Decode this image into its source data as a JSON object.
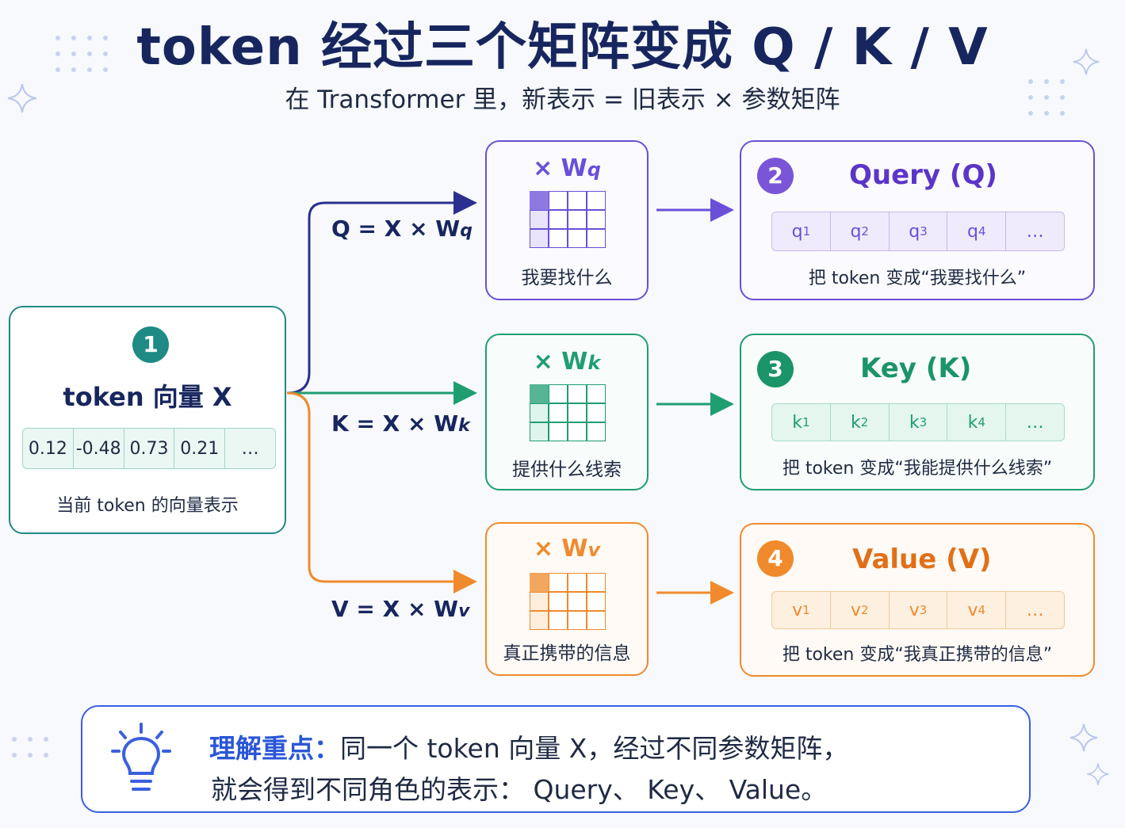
{
  "title": "token 经过三个矩阵变成 Q / K / V",
  "subtitle": "在 Transformer 里，新表示 = 旧表示 × 参数矩阵",
  "input": {
    "badge": "1",
    "title": "token 向量 X",
    "values": [
      "0.12",
      "-0.48",
      "0.73",
      "0.21",
      "…"
    ],
    "caption": "当前 token 的向量表示"
  },
  "branches": [
    {
      "key": "q",
      "color": "#6a4fd8",
      "light": "#e9e3fb",
      "formula_lhs": "Q = X × W",
      "formula_sub": "q",
      "matrix_prefix": "× W",
      "matrix_sub": "q",
      "matrix_caption": "我要找什么",
      "badge": "2",
      "result_title": "Query (Q)",
      "letter": "q",
      "indices": [
        "1",
        "2",
        "3",
        "4"
      ],
      "ellipsis": "…",
      "result_caption": "把 token 变成“我要找什么”"
    },
    {
      "key": "k",
      "color": "#1f9e72",
      "light": "#dff4ec",
      "formula_lhs": "K = X × W",
      "formula_sub": "k",
      "matrix_prefix": "× W",
      "matrix_sub": "k",
      "matrix_caption": "提供什么线索",
      "badge": "3",
      "result_title": "Key (K)",
      "letter": "k",
      "indices": [
        "1",
        "2",
        "3",
        "4"
      ],
      "ellipsis": "…",
      "result_caption": "把 token 变成“我能提供什么线索”"
    },
    {
      "key": "v",
      "color": "#f08a2c",
      "light": "#fdeedd",
      "formula_lhs": "V = X × W",
      "formula_sub": "v",
      "matrix_prefix": "× W",
      "matrix_sub": "v",
      "matrix_caption": "真正携带的信息",
      "badge": "4",
      "result_title": "Value (V)",
      "letter": "v",
      "indices": [
        "1",
        "2",
        "3",
        "4"
      ],
      "ellipsis": "…",
      "result_caption": "把 token 变成“我真正携带的信息”"
    }
  ],
  "note": {
    "icon": "lightbulb-icon",
    "label": "理解重点：",
    "line1": "同一个 token 向量 X，经过不同参数矩阵，",
    "line2": "就会得到不同角色的表示： Query、 Key、 Value。"
  }
}
